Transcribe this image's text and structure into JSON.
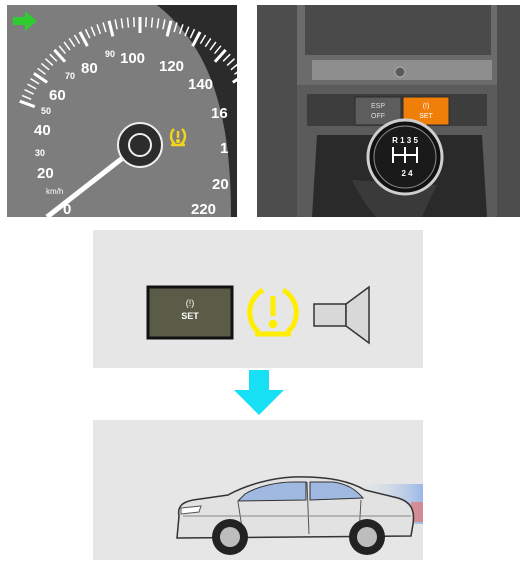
{
  "speedometer": {
    "indicator": "turn-signal-arrow-icon",
    "labels": [
      "0",
      "20",
      "30",
      "40",
      "50",
      "60",
      "70",
      "80",
      "90",
      "100",
      "120",
      "140",
      "16",
      "1",
      "20",
      "220"
    ],
    "unit": "km/h",
    "tpms_indicator": "tire-pressure-warning-icon",
    "colors": {
      "tpms": "#f2d51a",
      "arrow": "#2ecc2e",
      "face": "#7d7d7d"
    }
  },
  "console": {
    "esp_button": {
      "line1": "ESP",
      "line2": "OFF"
    },
    "tpms_button": {
      "line1": "(!)",
      "line2": "SET",
      "color": "#f07f0a"
    },
    "gear_knob": {
      "top": "R 1 3 5",
      "bottom": "2 4"
    }
  },
  "warning_panel": {
    "button": {
      "line1": "(!)",
      "line2": "SET"
    },
    "icons": [
      "tire-pressure-warning-icon",
      "speaker-icon"
    ],
    "tpms_color": "#ffee00"
  },
  "arrow_color": "#17e0f5",
  "car_panel": {
    "subject": "car-moving-illustration"
  }
}
